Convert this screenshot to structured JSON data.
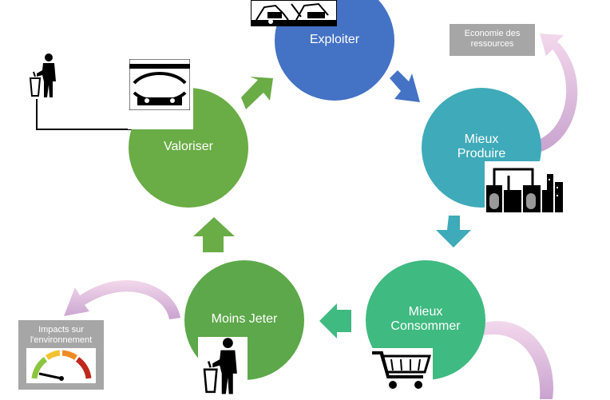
{
  "diagram": {
    "nodes": {
      "exploiter": {
        "label": "Exploiter",
        "color": "#4472c4"
      },
      "mieux_produire": {
        "label_line1": "Mieux",
        "label_line2": "Produire",
        "color": "#3faab9"
      },
      "mieux_consommer": {
        "label_line1": "Mieux",
        "label_line2": "Consommer",
        "color": "#3fba80"
      },
      "moins_jeter": {
        "label": "Moins Jeter",
        "color": "#5ca84a"
      },
      "valoriser": {
        "label": "Valoriser",
        "color": "#6aac46"
      }
    },
    "notes": {
      "economie": {
        "line1": "Economie des",
        "line2": "ressources"
      },
      "impacts": {
        "line1": "Impacts sur",
        "line2": "l'environnement"
      }
    },
    "icons": [
      "mining-machinery-icon",
      "factory-icon",
      "shopping-cart-icon",
      "trash-bin-person-icon",
      "recycling-plant-icon",
      "gauge-icon"
    ]
  }
}
